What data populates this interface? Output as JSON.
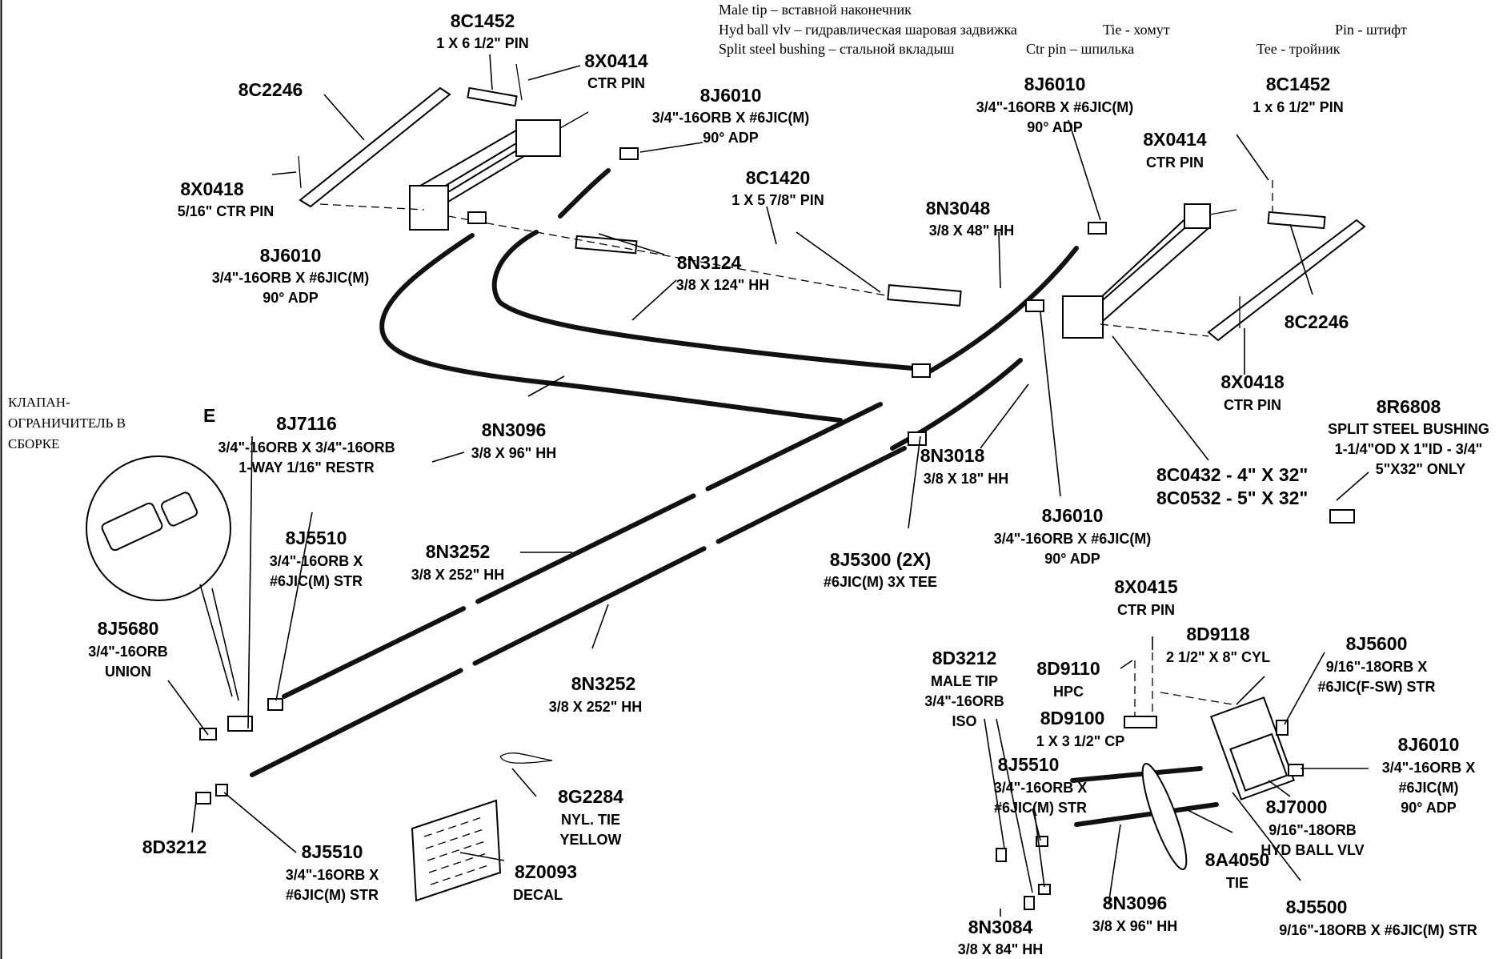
{
  "translations": [
    [
      "Male tip – вставной наконечник"
    ],
    [
      "Hyd ball vlv – гидравлическая шаровая задвижка",
      "Tie - хомут",
      "Pin - штифт"
    ],
    [
      "Split steel bushing – стальной вкладыш",
      "Ctr pin – шпилька",
      "Tee - тройник"
    ]
  ],
  "valve_note": [
    "КЛАПАН-",
    "ОГРАНИЧИТЕЛЬ В",
    "СБОРКЕ"
  ],
  "cropped_fragment": "E",
  "parts": [
    {
      "code": "8C1452",
      "desc": [
        "1 X 6 1/2\" PIN"
      ]
    },
    {
      "code": "8X0414",
      "desc": [
        "CTR PIN"
      ]
    },
    {
      "code": "8C2246",
      "desc": []
    },
    {
      "code": "8J6010",
      "desc": [
        "3/4\"-16ORB X #6JIC(M)",
        "90° ADP"
      ]
    },
    {
      "code": "8X0418",
      "desc": [
        "5/16\" CTR PIN"
      ]
    },
    {
      "code": "8C1420",
      "desc": [
        "1 X 5 7/8\" PIN"
      ]
    },
    {
      "code": "8J6010",
      "desc": [
        "3/4\"-16ORB X #6JIC(M)",
        "90° ADP"
      ]
    },
    {
      "code": "8N3124",
      "desc": [
        "3/8 X 124\" HH"
      ]
    },
    {
      "code": "8N3048",
      "desc": [
        "3/8 X 48\" HH"
      ]
    },
    {
      "code": "8J6010",
      "desc": [
        "3/4\"-16ORB X #6JIC(M)",
        "90° ADP"
      ]
    },
    {
      "code": "8C1452",
      "desc": [
        "1 x 6 1/2\" PIN"
      ]
    },
    {
      "code": "8X0414",
      "desc": [
        "CTR PIN"
      ]
    },
    {
      "code": "8C2246",
      "desc": []
    },
    {
      "code": "8X0418",
      "desc": [
        "CTR PIN"
      ]
    },
    {
      "code": "8R6808",
      "desc": [
        "SPLIT STEEL BUSHING",
        "1-1/4\"OD X 1\"ID - 3/4\"",
        "5\"X32\" ONLY"
      ]
    },
    {
      "code": "8J7116",
      "desc": [
        "3/4\"-16ORB X 3/4\"-16ORB",
        "1-WAY 1/16\" RESTR"
      ]
    },
    {
      "code": "8N3096",
      "desc": [
        "3/8 X 96\" HH"
      ]
    },
    {
      "code": "8N3018",
      "desc": [
        "3/8 X 18\" HH"
      ]
    },
    {
      "code": "8C0432 - 4\" X 32\"",
      "desc": []
    },
    {
      "code": "8C0532 - 5\" X 32\"",
      "desc": []
    },
    {
      "code": "8J5510",
      "desc": [
        "3/4\"-16ORB X",
        "#6JIC(M) STR"
      ]
    },
    {
      "code": "8N3252",
      "desc": [
        "3/8 X 252\" HH"
      ]
    },
    {
      "code": "8J6010",
      "desc": [
        "3/4\"-16ORB X #6JIC(M)",
        "90° ADP"
      ]
    },
    {
      "code": "8J5300 (2X)",
      "desc": [
        "#6JIC(M) 3X TEE"
      ]
    },
    {
      "code": "8J5680",
      "desc": [
        "3/4\"-16ORB",
        "UNION"
      ]
    },
    {
      "code": "8X0415",
      "desc": [
        "CTR PIN"
      ]
    },
    {
      "code": "8N3252",
      "desc": [
        "3/8 X 252\" HH"
      ]
    },
    {
      "code": "8D9118",
      "desc": [
        "2 1/2\" X 8\" CYL"
      ]
    },
    {
      "code": "8J5600",
      "desc": [
        "9/16\"-18ORB X",
        "#6JIC(F-SW) STR"
      ]
    },
    {
      "code": "8D3212",
      "desc": [
        "MALE TIP",
        "3/4\"-16ORB",
        "ISO"
      ]
    },
    {
      "code": "8D9110",
      "desc": [
        "HPC"
      ]
    },
    {
      "code": "8D9100",
      "desc": [
        "1 X 3 1/2\" CP"
      ]
    },
    {
      "code": "8J6010",
      "desc": [
        "3/4\"-16ORB X",
        "#6JIC(M)",
        "90° ADP"
      ]
    },
    {
      "code": "8J5510",
      "desc": [
        "3/4\"-16ORB X",
        "#6JIC(M) STR"
      ]
    },
    {
      "code": "8G2284",
      "desc": [
        "NYL. TIE",
        "YELLOW"
      ]
    },
    {
      "code": "8J7000",
      "desc": [
        "9/16\"-18ORB",
        "HYD BALL VLV"
      ]
    },
    {
      "code": "8D3212",
      "desc": []
    },
    {
      "code": "8J5510",
      "desc": [
        "3/4\"-16ORB X",
        "#6JIC(M) STR"
      ]
    },
    {
      "code": "8Z0093",
      "desc": [
        "DECAL"
      ]
    },
    {
      "code": "8A4050",
      "desc": [
        "TIE"
      ]
    },
    {
      "code": "8N3096",
      "desc": [
        "3/8 X 96\" HH"
      ]
    },
    {
      "code": "8J5500",
      "desc": [
        "9/16\"-18ORB X #6JIC(M) STR"
      ]
    },
    {
      "code": "8N3084",
      "desc": [
        "3/8 X 84\" HH"
      ]
    }
  ]
}
